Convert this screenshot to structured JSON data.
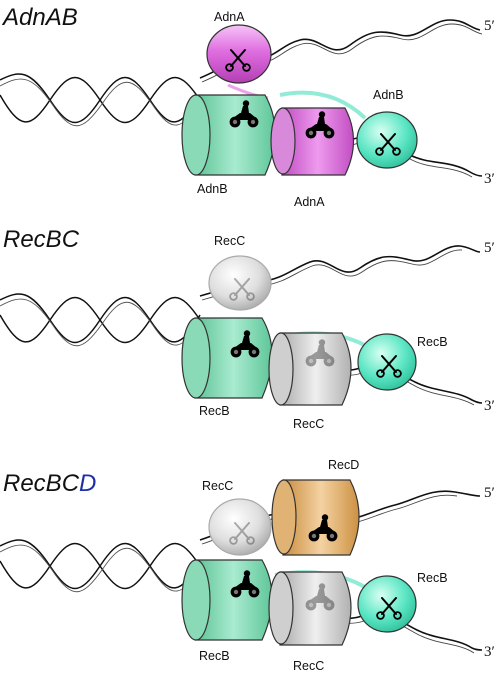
{
  "colors": {
    "adnA_magenta": "#d75ad8",
    "green_motor": "#6fd1a8",
    "green_nuclease": "#4fe3c0",
    "recC_gray": "#bcbcbc",
    "recD_orange": "#d9a35a",
    "recD_title_D": "#1f2fa8",
    "dna_strand": "#111111"
  },
  "icons": [
    "motorcycle-icon",
    "scissors-icon"
  ],
  "panels": [
    {
      "title": "AdnAB",
      "strand_labels": {
        "top": "5′",
        "bottom": "3′"
      },
      "labels": {
        "top_nuclease": "AdnA",
        "right_nuclease": "AdnB",
        "left_motor": "AdnB",
        "right_motor": "AdnA"
      }
    },
    {
      "title": "RecBC",
      "strand_labels": {
        "top": "5′",
        "bottom": "3′"
      },
      "labels": {
        "top_nuclease": "RecC",
        "right_nuclease": "RecB",
        "left_motor": "RecB",
        "right_motor": "RecC"
      }
    },
    {
      "title_main": "RecBC",
      "title_accent": "D",
      "strand_labels": {
        "top": "5′",
        "bottom": "3′"
      },
      "labels": {
        "top_nuclease": "RecC",
        "top_motor": "RecD",
        "right_nuclease": "RecB",
        "left_motor": "RecB",
        "right_motor": "RecC"
      }
    }
  ]
}
